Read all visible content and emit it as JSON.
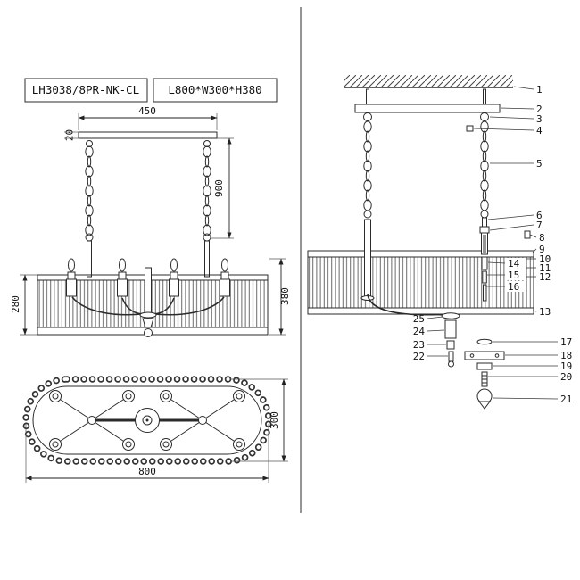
{
  "colors": {
    "line": "#2b2b2b",
    "text": "#111111",
    "background": "#ffffff"
  },
  "title_block": {
    "model": "LH3038/8PR-NK-CL",
    "size": "L800*W300*H380"
  },
  "front_view": {
    "dims": {
      "canopy_width": "450",
      "canopy_thickness": "20",
      "chain_length": "900",
      "shade_height": "280",
      "fixture_height": "380"
    }
  },
  "plan_view": {
    "dims": {
      "length": "800",
      "width": "300"
    }
  },
  "exploded_view": {
    "part_numbers": [
      "1",
      "2",
      "3",
      "4",
      "5",
      "6",
      "7",
      "8",
      "9",
      "10",
      "11",
      "12",
      "13",
      "14",
      "15",
      "16",
      "17",
      "18",
      "19",
      "20",
      "21",
      "22",
      "23",
      "24",
      "25"
    ]
  }
}
